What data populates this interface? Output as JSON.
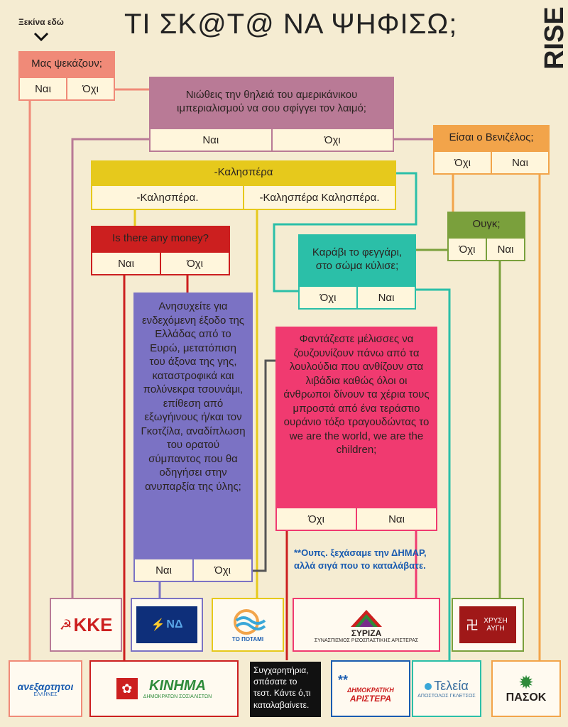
{
  "title": "ΤΙ ΣΚ@Τ@ ΝΑ ΨΗΦΙΣΩ;",
  "start_label": "Ξεκίνα εδώ",
  "brand": "RISE",
  "questions": {
    "q1": {
      "text": "Μας ψεκάζουν;",
      "yes": "Ναι",
      "no": "Όχι",
      "color": "#f08a78"
    },
    "q2": {
      "text": "Νιώθεις την θηλειά του αμερικάνικου ιμπεριαλισμού να σου σφίγγει τον λαιμό;",
      "yes": "Ναι",
      "no": "Όχι",
      "color": "#b97a96"
    },
    "q3": {
      "text": "Είσαι ο Βενιζέλος;",
      "no": "Όχι",
      "yes": "Ναι",
      "color": "#f2a44a"
    },
    "q4": {
      "text": "-Καλησπέρα",
      "opt1": "-Καλησπέρα.",
      "opt2": "-Καλησπέρα Καλησπέρα.",
      "color": "#e6c91c"
    },
    "q5": {
      "text": "Is there any money?",
      "yes": "Ναι",
      "no": "Όχι",
      "color": "#cc1f1f"
    },
    "q6": {
      "text": "Καράβι το φεγγάρι, στο σώμα κύλισε;",
      "no": "Όχι",
      "yes": "Ναι",
      "color": "#2bbfa8"
    },
    "q7": {
      "text": "Ουγκ;",
      "no": "Όχι",
      "yes": "Ναι",
      "color": "#7aa03c"
    },
    "q8": {
      "text": "Ανησυχείτε για ενδεχόμενη έξοδο της Ελλάδας από το Ευρώ, μετατόπιση του άξονα της γης, καταστροφικά και πολύνεκρα τσουνάμι, επίθεση από εξωγήινους ή/και τον Γκοτζίλα, αναδίπλωση του ορατού σύμπαντος που θα οδηγήσει στην ανυπαρξία της ύλης;",
      "yes": "Ναι",
      "no": "Όχι",
      "color": "#7b72c4"
    },
    "q9": {
      "text": "Φαντάζεστε μέλισσες να ζουζουνίζουν πάνω από τα λουλούδια που ανθίζουν στα λιβάδια καθώς όλοι οι άνθρωποι δίνουν τα χέρια τους μπροστά από ένα τεράστιο ουράνιο τόξο τραγουδώντας το we are the world, we are the children;",
      "no": "Όχι",
      "yes": "Ναι",
      "color": "#f03a70"
    }
  },
  "note": "**Ουπς. ξεχάσαμε την ΔΗΜΑΡ, αλλά σιγά που το καταλάβατε.",
  "final_text": "Συγχαρητήρια, σπάσατε το τεστ. Κάντε ό,τι καταλαβαίνετε.",
  "parties": {
    "kke": "ΚΚΕ",
    "nd": "ΝΔ",
    "potami": "ΤΟ ΠΟΤΑΜΙ",
    "syriza": "ΣΥΡΙΖΑ",
    "syriza_sub": "ΣΥΝΑΣΠΙΣΜΟΣ ΡΙΖΟΣΠΑΣΤΙΚΗΣ ΑΡΙΣΤΕΡΑΣ",
    "xa": "ΧΡΥΣΗ ΑΥΓΗ",
    "anel": "ανεξαρτητοι",
    "anel_sub": "ΕΛΛΗΝΕΣ",
    "kinima": "ΚΙΝΗΜΑ",
    "kinima_sub": "ΔΗΜΟΚΡΑΤΩΝ ΣΟΣΙΑΛΙΣΤΩΝ",
    "dimar_stars": "**",
    "dimar1": "ΔΗΜΟΚΡΑΤΙΚΗ",
    "dimar2": "ΑΡΙΣΤΕΡΑ",
    "teleia": "Τελεία",
    "teleia_sub": "ΑΠΟΣΤΟΛΟΣ ΓΚΛΕΤΣΟΣ",
    "pasok": "ΠΑΣΟΚ"
  }
}
